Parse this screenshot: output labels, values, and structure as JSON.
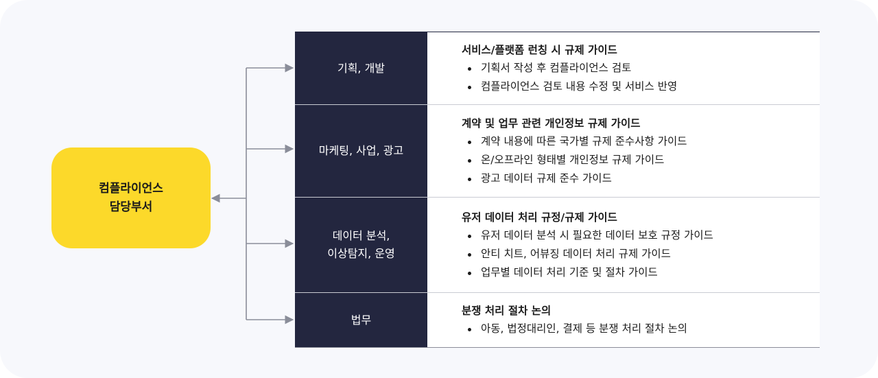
{
  "center": {
    "line1": "컴플라이언스",
    "line2": "담당부서"
  },
  "rows": [
    {
      "category": [
        "기획, 개발"
      ],
      "title": "서비스/플랫폼 런칭 시 규제 가이드",
      "items": [
        "기획서 작성 후 컴플라이언스 검토",
        "컴플라이언스 검토 내용 수정 및 서비스 반영"
      ]
    },
    {
      "category": [
        "마케팅, 사업, 광고"
      ],
      "title": "계약 및 업무 관련 개인정보 규제 가이드",
      "items": [
        "계약 내용에 따른 국가별 규제 준수사항 가이드",
        "온/오프라인 형태별 개인정보 규제 가이드",
        "광고 데이터 규제 준수 가이드"
      ]
    },
    {
      "category": [
        "데이터 분석,",
        "이상탐지, 운영"
      ],
      "title": "유저 데이터 처리 규정/규제 가이드",
      "items": [
        "유저 데이터 분석 시 필요한 데이터 보호 규정 가이드",
        "안티 치트, 어뷰징 데이터 처리 규제 가이드",
        "업무별 데이터 처리 기준 및 절차 가이드"
      ]
    },
    {
      "category": [
        "법무"
      ],
      "title": "분쟁 처리 절차 논의",
      "items": [
        "아동, 법정대리인, 결제 등 분쟁 처리 절차 논의"
      ]
    }
  ],
  "colors": {
    "center_fill": "#fcd92a",
    "category_fill": "#23263f",
    "connector": "#8a8d99"
  }
}
